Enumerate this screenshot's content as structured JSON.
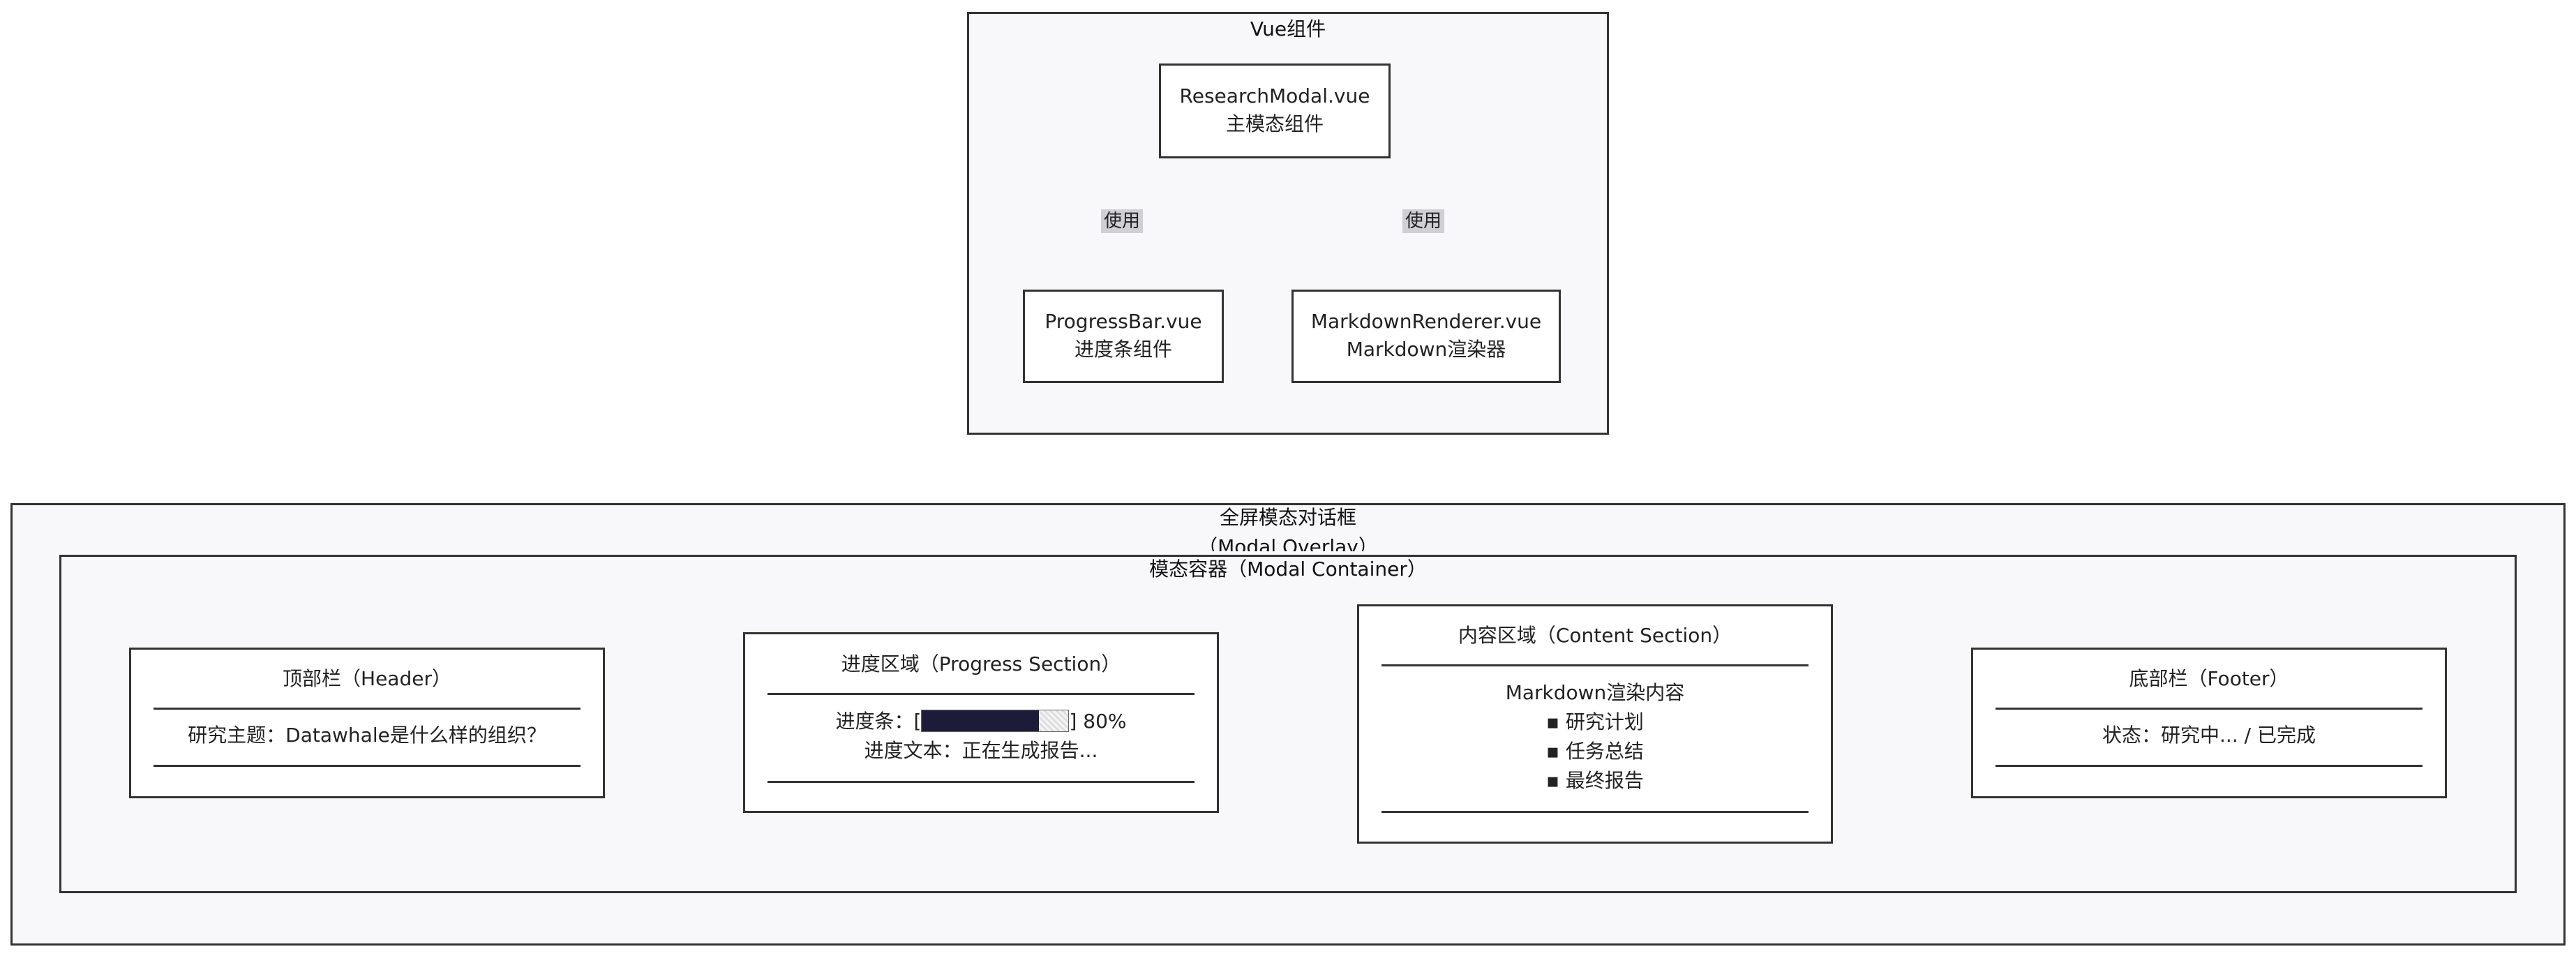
{
  "vue": {
    "title": "Vue组件",
    "research_modal": {
      "line1": "ResearchModal.vue",
      "line2": "主模态组件"
    },
    "progress_bar": {
      "line1": "ProgressBar.vue",
      "line2": "进度条组件"
    },
    "markdown_renderer": {
      "line1": "MarkdownRenderer.vue",
      "line2": "Markdown渲染器"
    },
    "edge_label_1": "使用",
    "edge_label_2": "使用"
  },
  "modal": {
    "overlay_title_1": "全屏模态对话框",
    "overlay_title_2": "（Modal Overlay）",
    "container_title": "模态容器（Modal Container）",
    "header": {
      "title": "顶部栏（Header）",
      "text": "研究主题：Datawhale是什么样的组织？"
    },
    "progress": {
      "title": "进度区域（Progress Section）",
      "bar_label": "进度条：[",
      "bar_end": "] 80%",
      "bar_fraction": 0.8,
      "text": "进度文本：正在生成报告..."
    },
    "content": {
      "title": "内容区域（Content Section）",
      "heading": "Markdown渲染内容",
      "items": [
        "▪ 研究计划",
        "▪ 任务总结",
        "▪ 最终报告"
      ]
    },
    "footer": {
      "title": "底部栏（Footer）",
      "text": "状态：研究中... / 已完成"
    }
  },
  "colors": {
    "cluster_bg": "#f8f8fb",
    "border": "#333333",
    "label_bg": "#cfcfd4",
    "progress_fill": "#1c1c3a"
  }
}
